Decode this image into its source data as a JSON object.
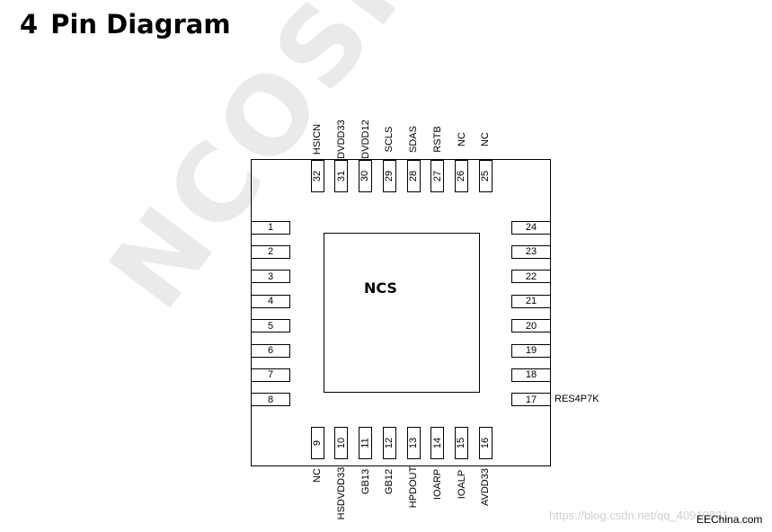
{
  "heading": {
    "number": "4",
    "title": "Pin Diagram"
  },
  "chip": {
    "name": "NCS"
  },
  "watermark": "NCOSH CONFIDENTIAL",
  "pins": {
    "left": [
      {
        "num": "1",
        "name": ""
      },
      {
        "num": "2",
        "name": ""
      },
      {
        "num": "3",
        "name": ""
      },
      {
        "num": "4",
        "name": ""
      },
      {
        "num": "5",
        "name": ""
      },
      {
        "num": "6",
        "name": ""
      },
      {
        "num": "7",
        "name": ""
      },
      {
        "num": "8",
        "name": ""
      }
    ],
    "bottom": [
      {
        "num": "9",
        "name": "NC"
      },
      {
        "num": "10",
        "name": "HSDVDD33"
      },
      {
        "num": "11",
        "name": "GB13"
      },
      {
        "num": "12",
        "name": "GB12"
      },
      {
        "num": "13",
        "name": "HPDOUT"
      },
      {
        "num": "14",
        "name": "IOARP"
      },
      {
        "num": "15",
        "name": "IOALP"
      },
      {
        "num": "16",
        "name": "AVDD33"
      }
    ],
    "right": [
      {
        "num": "17",
        "name": "RES4P7K"
      },
      {
        "num": "18",
        "name": ""
      },
      {
        "num": "19",
        "name": ""
      },
      {
        "num": "20",
        "name": ""
      },
      {
        "num": "21",
        "name": ""
      },
      {
        "num": "22",
        "name": ""
      },
      {
        "num": "23",
        "name": ""
      },
      {
        "num": "24",
        "name": ""
      }
    ],
    "top": [
      {
        "num": "25",
        "name": "NC"
      },
      {
        "num": "26",
        "name": "NC"
      },
      {
        "num": "27",
        "name": "RSTB"
      },
      {
        "num": "28",
        "name": "SDAS"
      },
      {
        "num": "29",
        "name": "SCLS"
      },
      {
        "num": "30",
        "name": "DVDD12"
      },
      {
        "num": "31",
        "name": "DVDD33"
      },
      {
        "num": "32",
        "name": "HSICN"
      }
    ]
  },
  "credits": {
    "url": "https://blog.csdn.net/qq_40919831",
    "site": "EEChina.com"
  }
}
